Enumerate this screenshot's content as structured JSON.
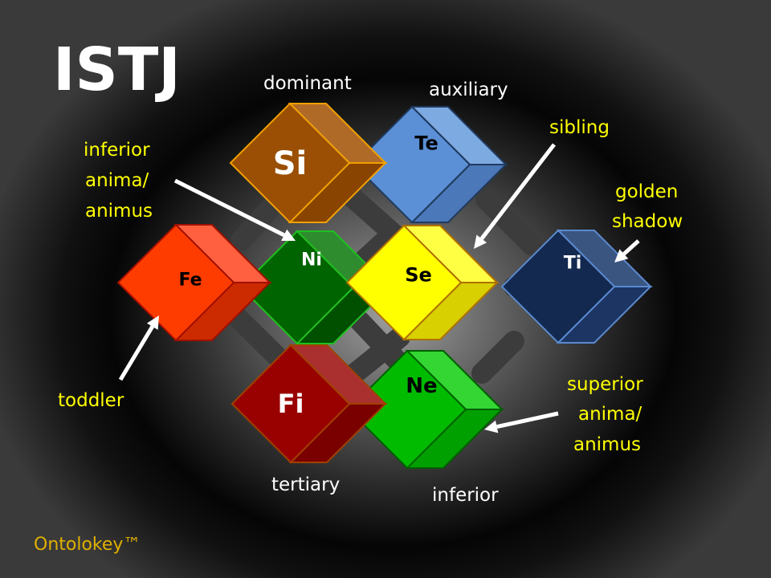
{
  "title": "ISTJ",
  "brand": "Ontolokey™",
  "footer_dots": "………",
  "labels": {
    "dominant": "dominant",
    "auxiliary": "auxiliary",
    "tertiary": "tertiary",
    "inferior": "inferior",
    "sibling": "sibling",
    "golden_shadow": [
      "golden",
      "shadow"
    ],
    "inferior_anima": [
      "inferior",
      "anima/",
      "animus"
    ],
    "toddler": "toddler",
    "superior_anima": [
      "superior",
      "anima/",
      "animus"
    ]
  },
  "functions": [
    {
      "name": "Ti",
      "front": "#13294f",
      "top": "#3a5580",
      "side": "#1c3563",
      "stroke": "#5a8ad0",
      "text": "#ffffff"
    },
    {
      "name": "Te",
      "front": "#5b8fd6",
      "top": "#7eaae2",
      "side": "#4a78b8",
      "stroke": "#1f3a60",
      "text": "#000000"
    },
    {
      "name": "Ni",
      "front": "#006400",
      "top": "#2e8b2e",
      "side": "#005000",
      "stroke": "#20c020",
      "text": "#ffffff"
    },
    {
      "name": "Si",
      "front": "#9a4f04",
      "top": "#b06a28",
      "side": "#884400",
      "stroke": "#f0a000",
      "text": "#ffffff"
    },
    {
      "name": "Se",
      "front": "#ffff00",
      "top": "#ffff44",
      "side": "#d8d000",
      "stroke": "#b07000",
      "text": "#000000"
    },
    {
      "name": "Ne",
      "front": "#00bb00",
      "top": "#33d633",
      "side": "#00a000",
      "stroke": "#006000",
      "text": "#000000"
    },
    {
      "name": "Fe",
      "front": "#ff3c00",
      "top": "#ff6040",
      "side": "#cc2a00",
      "stroke": "#a01000",
      "text": "#000000"
    },
    {
      "name": "Fi",
      "front": "#990000",
      "top": "#aa3030",
      "side": "#7a0000",
      "stroke": "#a04000",
      "text": "#ffffff"
    }
  ],
  "colors": {
    "rod": "#3c3c3c",
    "accent_yellow": "#ffff00",
    "brand": "#e0b000"
  }
}
